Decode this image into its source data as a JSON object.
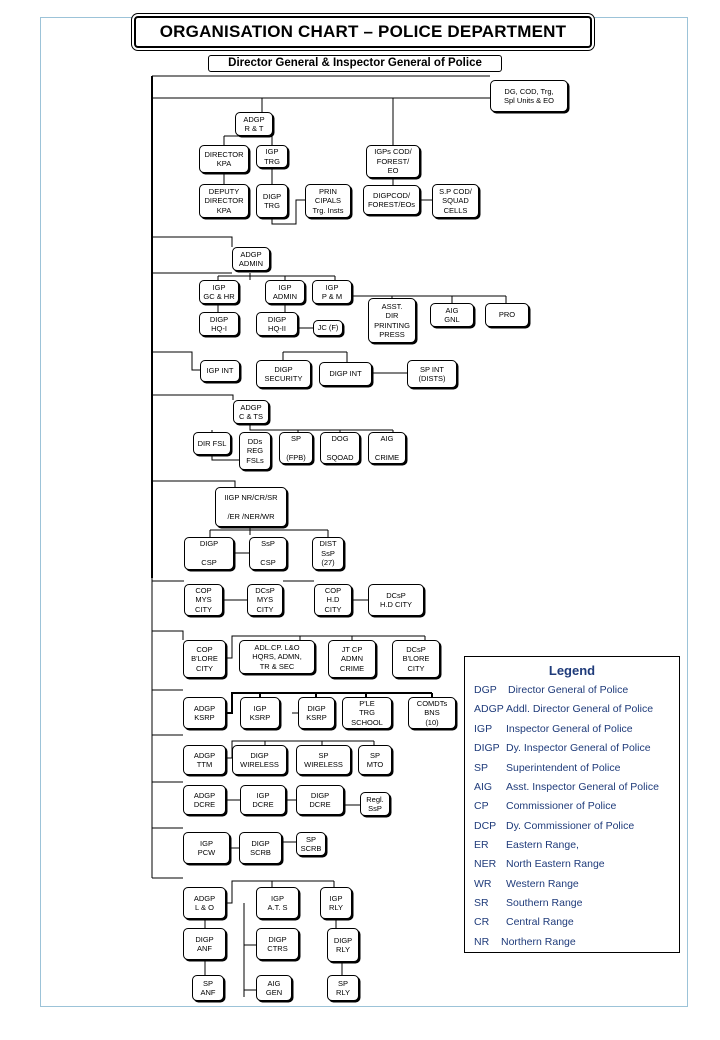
{
  "title": "ORGANISATION CHART – POLICE DEPARTMENT",
  "top_node": "Director General & Inspector General of Police",
  "nodes": {
    "dg_cod": "DG, COD, Trg,\nSpl Units & EO",
    "adgp_rt": "ADGP\nR & T",
    "dir_kpa": "DIRECTOR\nKPA",
    "igp_trg": "IGP\nTRG",
    "deputy_dir_kpa": "DEPUTY\nDIRECTOR\nKPA",
    "digp_trg": "DIGP\nTRG",
    "principals": "PRIN\nCIPALS\nTrg. Insts",
    "igp_cod": "IGPs COD/\nFOREST/\nEO",
    "digp_cod": "DIGPCOD/\nFOREST/EOs",
    "sp_cod": "S.P COD/\nSQUAD\nCELLS",
    "adgp_admin": "ADGP\nADMIN",
    "igp_gc_hr": "IGP\nGC & HR",
    "igp_admin": "IGP\nADMIN",
    "igp_pm": "IGP\nP & M",
    "asst_dir_press": "ASST.\nDIR\nPRINTING\nPRESS",
    "aig_gnl": "AIG\nGNL",
    "pro": "PRO",
    "digp_hq1": "DIGP\nHQ-I",
    "digp_hq2": "DIGP\nHQ-II",
    "jc_f": "JC (F)",
    "igp_int": "IGP INT",
    "digp_security": "DIGP\nSECURITY",
    "digp_int": "DIGP INT",
    "sp_int": "SP INT\n(DISTS)",
    "adgp_cts": "ADGP\nC & TS",
    "dir_fsl": "DIR FSL",
    "dds_reg_fsls": "DDs\nREG\nFSLs",
    "sp_fpb": "SP\n\n(FPB)",
    "dog_squad": "DOG\n\nSQOAD",
    "aig_crime": "AIG\n\nCRIME",
    "igp_ranges": "IIGP NR/CR/SR\n\n/ER /NER/WR",
    "digp_csp": "DIGP\n\nCSP",
    "ssp_csp": "SsP\n\nCSP",
    "dist_ssp": "DIST\nSsP\n(27)",
    "cop_mys": "COP\nMYS\nCITY",
    "dcsp_mys": "DCsP\nMYS\nCITY",
    "cop_hd": "COP\nH.D\nCITY",
    "dcsp_hd": "DCsP\nH.D CITY",
    "cop_blore": "COP\nB'LORE\nCITY",
    "addl_cp": "ADL.CP. L&O\nHQRS, ADMN,\nTR & SEC",
    "jt_cp": "JT CP\nADMN\nCRIME",
    "dcsp_blore": "DCsP\nB'LORE\nCITY",
    "adgp_ksrp": "ADGP\nKSRP",
    "igp_ksrp": "IGP\nKSRP",
    "digp_ksrp": "DIGP\nKSRP",
    "ple_trg": "P'LE\nTRG\nSCHOOL",
    "comdts": "COMDTs\nBNS\n(10)",
    "adgp_ttm": "ADGP\nTTM",
    "digp_wireless": "DIGP\nWIRELESS",
    "sp_wireless": "SP\nWIRELESS",
    "sp_mto": "SP\nMTO",
    "adgp_dcre": "ADGP\nDCRE",
    "igp_dcre": "IGP\nDCRE",
    "digp_dcre": "DIGP\nDCRE",
    "regl_ssp": "Regl.\nSsP",
    "igp_pcw": "IGP\nPCW",
    "digp_scrb": "DIGP\nSCRB",
    "sp_scrb": "SP\nSCRB",
    "adgp_lo": "ADGP\nL & O",
    "igp_ats": "IGP\nA.T. S",
    "igp_rly": "IGP\nRLY",
    "digp_anf": "DIGP\nANF",
    "digp_ctrs": "DIGP\nCTRS",
    "digp_rly": "DIGP\nRLY",
    "sp_anf": "SP\nANF",
    "aig_gen": "AIG\nGEN",
    "sp_rly": "SP\nRLY"
  },
  "legend": {
    "title": "Legend",
    "items": [
      {
        "abbr": "DGP",
        "text": "Director General of Police"
      },
      {
        "abbr": "ADGP",
        "text": "Addl. Director General of Police"
      },
      {
        "abbr": "IGP",
        "text": "Inspector General of Police"
      },
      {
        "abbr": "DIGP",
        "text": "Dy. Inspector General of Police"
      },
      {
        "abbr": "SP",
        "text": "Superintendent of Police"
      },
      {
        "abbr": "AIG",
        "text": "Asst. Inspector General of Police"
      },
      {
        "abbr": "CP",
        "text": "Commissioner of Police"
      },
      {
        "abbr": "DCP",
        "text": "Dy. Commissioner of Police"
      },
      {
        "abbr": "ER",
        "text": "Eastern Range,"
      },
      {
        "abbr": "NER",
        "text": "North Eastern Range"
      },
      {
        "abbr": "WR",
        "text": "Western Range"
      },
      {
        "abbr": "SR",
        "text": "Southern Range"
      },
      {
        "abbr": "CR",
        "text": "Central Range"
      },
      {
        "abbr": "NR",
        "text": "Northern Range"
      }
    ]
  },
  "colors": {
    "line": "#000000",
    "legend_text": "#1f3b7a",
    "frame": "#9cc3d8"
  }
}
